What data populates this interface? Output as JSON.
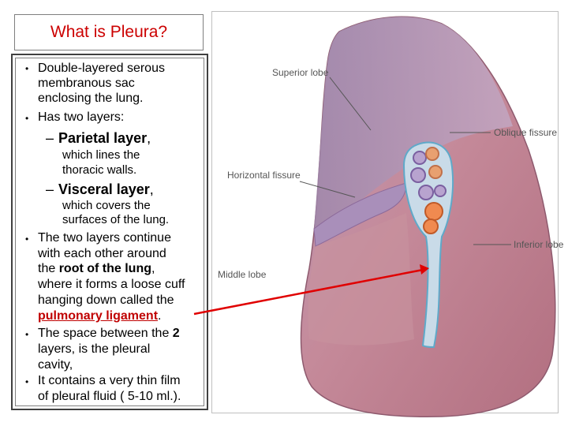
{
  "slide": {
    "title": "What is Pleura?",
    "bullets": [
      {
        "lines": [
          "Double-layered serous",
          "membranous sac",
          "enclosing the lung."
        ]
      },
      {
        "lines": [
          "Has two layers:"
        ]
      }
    ],
    "sub_items": [
      {
        "dash": "–",
        "term": "Parietal layer",
        "comma": ",",
        "desc": [
          "which lines the",
          "thoracic walls."
        ]
      },
      {
        "dash": "–",
        "term": "Visceral layer",
        "comma": ",",
        "desc": [
          "which covers the",
          "surfaces of the lung."
        ]
      }
    ],
    "bullet3": {
      "line1": "The two layers continue",
      "line2": "with each other around",
      "line3_pre": "the ",
      "line3_bold": "root of the lung",
      "line3_post": ",",
      "line4": "where it forms a loose cuff",
      "line5": "hanging down called the",
      "line6_link": "pulmonary ligament",
      "line6_post": "."
    },
    "bullet4": {
      "line1_pre": "The space between the ",
      "line1_bold": "2",
      "line2": "layers, is the pleural",
      "line3": "cavity,"
    },
    "bullet5": {
      "line1": "It contains a very thin film",
      "line2": "of pleural fluid ( 5-10 ml.)."
    }
  },
  "figure": {
    "labels": {
      "superior_lobe": "Superior lobe",
      "oblique_fissure": "Oblique fissure",
      "horizontal_fissure": "Horizontal fissure",
      "inferior_lobe": "Inferior lobe",
      "middle_lobe": "Middle lobe"
    }
  },
  "colors": {
    "title": "#cc0000",
    "arrow": "#e00000",
    "lung_base": "#c98b98",
    "lung_upper": "#b89ab8"
  }
}
